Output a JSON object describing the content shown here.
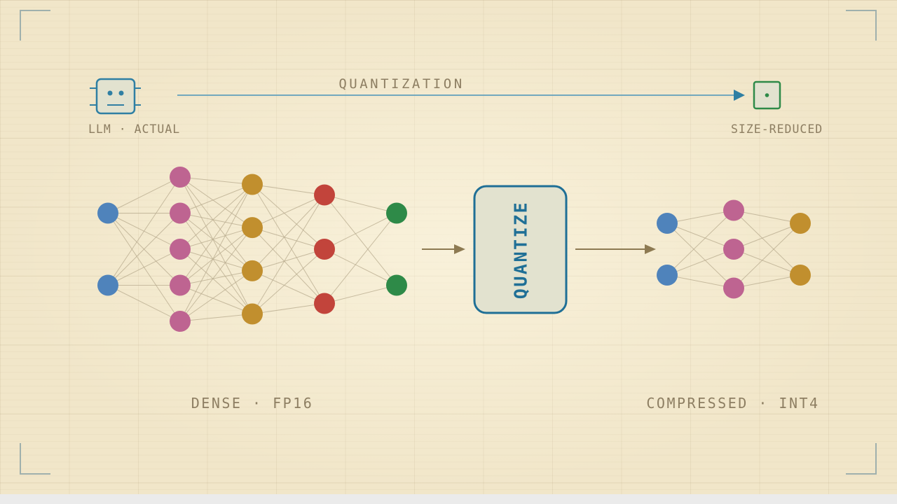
{
  "header": {
    "source_label": "LLM · ACTUAL",
    "process_label": "QUANTIZATION",
    "target_label": "SIZE-REDUCED"
  },
  "process_box": {
    "label": "QUANTIZE"
  },
  "dense_network": {
    "caption": "DENSE · FP16",
    "layers": [
      {
        "nodes": 2,
        "color": "#4f83bb"
      },
      {
        "nodes": 5,
        "color": "#be6491"
      },
      {
        "nodes": 4,
        "color": "#c18f2e"
      },
      {
        "nodes": 3,
        "color": "#c2443b"
      },
      {
        "nodes": 2,
        "color": "#2e8a48"
      }
    ]
  },
  "compressed_network": {
    "caption": "COMPRESSED · INT4",
    "layers": [
      {
        "nodes": 2,
        "color": "#4f83bb"
      },
      {
        "nodes": 3,
        "color": "#be6491"
      },
      {
        "nodes": 2,
        "color": "#c18f2e"
      }
    ]
  },
  "colors": {
    "background": "#f1e6c9",
    "accent_blue": "#2f7fa3",
    "accent_green": "#2e8a48",
    "arrow_brown": "#8d7a52",
    "label_text": "#8d7e62",
    "edge": "#b8ab8e"
  },
  "icons": {
    "source": "robot-chip-icon",
    "target": "small-chip-icon"
  }
}
